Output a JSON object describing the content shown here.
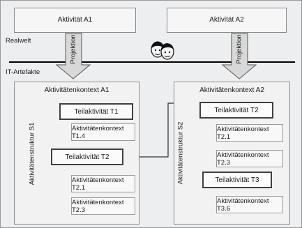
{
  "realwelt_label": "Realwelt",
  "it_label": "IT-Artefakte",
  "activities": {
    "a1": "Aktivität A1",
    "a2": "Aktivität A2"
  },
  "projektion_label": "Projektion",
  "panel_a1": {
    "title": "Aktivitätenkontext A1",
    "struktur": "Aktivitätenstruktur S1",
    "t1": "Teilaktivität T1",
    "ctx_t1_4": "Aktivitätenkontext T1.4",
    "t2": "Teilaktivität T2",
    "ctx_t2_1": "Aktivitätenkontext T2.1",
    "ctx_t2_3": "Aktivitätenkontext T2.3"
  },
  "panel_a2": {
    "title": "Aktivitätenkontext A2",
    "struktur": "Aktivitätenstruktur S2",
    "t2": "Teilaktivität T2",
    "ctx_t2_1": "Aktivitätenkontext T2.1",
    "ctx_t2_3": "Aktivitätenkontext T2.3",
    "t3": "Teilaktivität T3",
    "ctx_t3_6": "Aktivitätenkontext T3.6"
  },
  "colors": {
    "background": "#eceef0",
    "box_fill": "#f6f6f6",
    "border": "#8a8a8a",
    "arrow_fill": "#d8d8d8",
    "line": "#000000"
  },
  "icons": [
    "people-icon"
  ]
}
